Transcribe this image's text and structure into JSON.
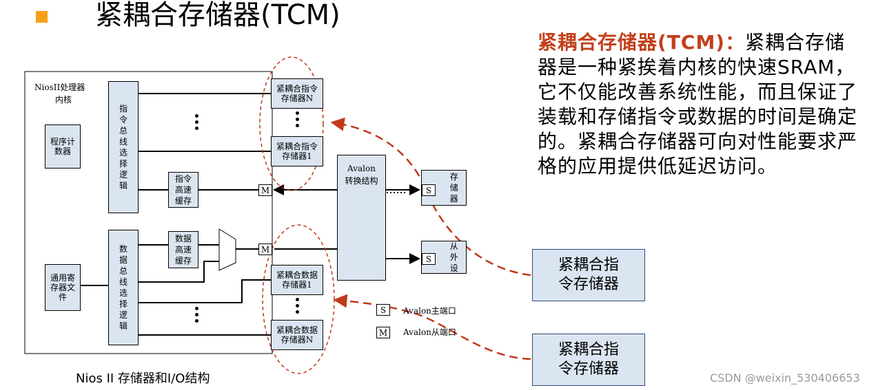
{
  "title": "紧耦合存储器(TCM)",
  "description": {
    "term": "紧耦合存储器(TCM)：",
    "body": "紧耦合存储器是一种紧挨着内核的快速SRAM，它不仅能改善系统性能，而且保证了装载和存储指令或数据的时间是确定的。紧耦合存储器可向对性能要求严格的应用提供低延迟访问。"
  },
  "diagram": {
    "core_label_1": "NiosII处理器",
    "core_label_2": "内核",
    "program_counter": "程序计数器",
    "gp_registers": "通用寄存器文件",
    "inst_bus_logic": "指令总线选择逻辑",
    "data_bus_logic": "数据总线选择逻辑",
    "inst_cache": "指令高速缓存",
    "data_cache": "数据高速缓存",
    "tcm_inst_n": "紧耦合指令存储器N",
    "tcm_inst_1": "紧耦合指令存储器1",
    "tcm_data_1": "紧耦合数据存储器1",
    "tcm_data_n": "紧耦合数据存储器N",
    "avalon_fabric": "Avalon转换结构",
    "memory": "存储器",
    "slave_peripheral": "从外设",
    "port_m": "M",
    "port_s": "S",
    "legend_s_text": "Avalon主端口",
    "legend_m_text": "Avalon从端口"
  },
  "callouts": {
    "upper": "紧耦合指令存储器",
    "lower": "紧耦合指令存储器"
  },
  "caption": "Nios II 存储器和I/O结构",
  "watermark": "CSDN @weixin_530406653",
  "colors": {
    "bullet": "#f7a11a",
    "term": "#c2401b",
    "callout_arrow": "#c0391b",
    "box_fill": "#dbe5f1"
  }
}
